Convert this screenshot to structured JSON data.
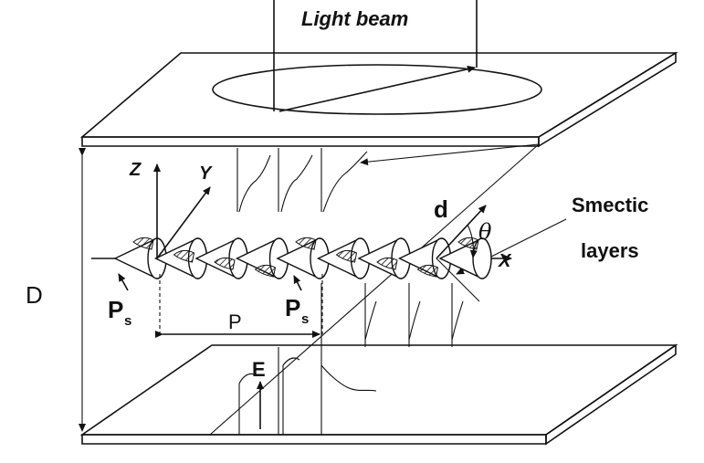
{
  "labels": {
    "light_beam": "Light beam",
    "smectic_line1": "Smectic",
    "smectic_line2": "layers",
    "axis_z": "Z",
    "axis_y": "Y",
    "axis_x": "X",
    "director": "d",
    "theta": "θ",
    "thickness": "D",
    "pitch": "P",
    "polarization_main": "P",
    "polarization_sub": "s",
    "field": "E"
  },
  "cone_count": 9
}
